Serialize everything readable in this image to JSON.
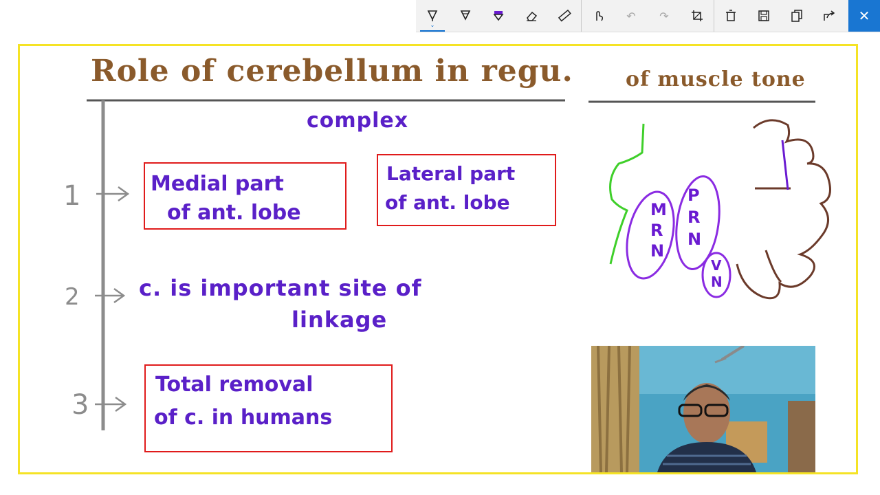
{
  "toolbar": {
    "tools": [
      {
        "name": "ballpoint-pen"
      },
      {
        "name": "pencil"
      },
      {
        "name": "highlighter"
      },
      {
        "name": "eraser"
      },
      {
        "name": "ruler"
      },
      {
        "name": "touch-writing"
      },
      {
        "name": "undo"
      },
      {
        "name": "redo"
      },
      {
        "name": "crop"
      },
      {
        "name": "delete"
      },
      {
        "name": "save"
      },
      {
        "name": "copy"
      },
      {
        "name": "share"
      },
      {
        "name": "close"
      }
    ],
    "close_glyph": "✕",
    "accent_color": "#1976d2"
  },
  "board": {
    "title": "Role of cerebellum in regu.",
    "title_cont": "of muscle tone",
    "subtitle": "complex",
    "items": [
      {
        "num": "1"
      },
      {
        "num": "2"
      },
      {
        "num": "3"
      }
    ],
    "box_medial": [
      "Medial part",
      "of ant. lobe"
    ],
    "box_lateral": [
      "Lateral part",
      "of ant. lobe"
    ],
    "item2_line1": "c. is important site of",
    "item2_line2": "linkage",
    "box_total": [
      "Total removal",
      "of c. in humans"
    ],
    "diagram": {
      "mrn": [
        "M",
        "R",
        "N"
      ],
      "prn": [
        "P",
        "R",
        "N"
      ],
      "vn": [
        "V",
        "N"
      ]
    },
    "colors": {
      "title": "#8a5a2b",
      "ink": "#5a20c8",
      "box_border": "#e01b1b",
      "frame": "#f5e325",
      "timeline": "#8c8c8c",
      "green_stroke": "#3fcf2a"
    }
  }
}
